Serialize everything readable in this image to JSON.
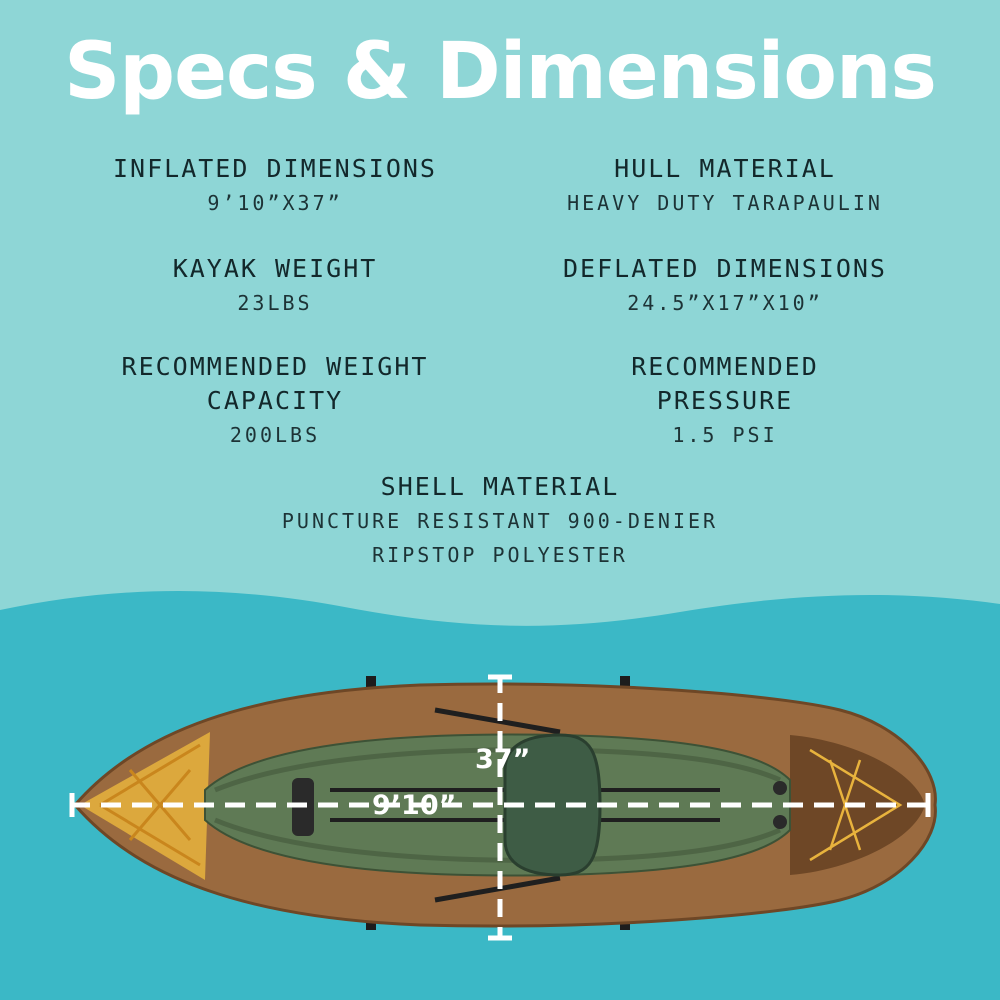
{
  "title": "Specs & Dimensions",
  "specs": {
    "inflated": {
      "label": "INFLATED DIMENSIONS",
      "value": "9’10”X37”"
    },
    "hull": {
      "label": "HULL MATERIAL",
      "value": "HEAVY DUTY TARAPAULIN"
    },
    "weight": {
      "label": "KAYAK WEIGHT",
      "value": "23LBS"
    },
    "deflated": {
      "label": "DEFLATED DIMENSIONS",
      "value": "24.5”X17”X10”"
    },
    "capacity": {
      "label": "RECOMMENDED WEIGHT\nCAPACITY",
      "value": "200LBS"
    },
    "pressure": {
      "label": "RECOMMENDED\nPRESSURE",
      "value": "1.5 PSI"
    },
    "shell": {
      "label": "SHELL MATERIAL",
      "value": "PUNCTURE RESISTANT 900-DENIER\nRIPSTOP POLYESTER"
    }
  },
  "dimensions": {
    "width_label": "37”",
    "length_label": "9’10”"
  },
  "colors": {
    "background": "#8ed6d6",
    "water": "#3bb8c6",
    "hull": "#9a6a3f",
    "deck": "#5f7a55",
    "accent": "#e8b33d"
  }
}
